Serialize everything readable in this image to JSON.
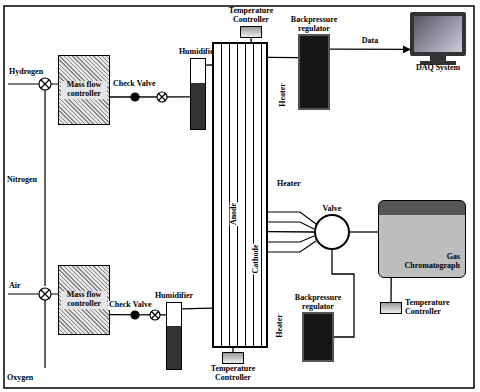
{
  "diagram": {
    "nodes": [
      {
        "text": [
          "Mass flow controller"
        ]
      },
      {
        "text": [
          "Humidifier"
        ]
      },
      {
        "text": [
          "Anode",
          "Cathode"
        ]
      },
      {
        "text": [
          "Temperature Controller"
        ]
      },
      {
        "text": [
          "Backpressure regulator"
        ]
      },
      {
        "text": [
          "DAQ System"
        ]
      },
      {
        "text": [
          "Valve"
        ]
      },
      {
        "text": [
          "Gas Chromatograph"
        ]
      },
      {
        "text": [
          "Temperature Controller"
        ]
      },
      {
        "text": [
          "Mass flow controller"
        ]
      },
      {
        "text": [
          "Humidifier"
        ]
      },
      {
        "text": [
          "Backpressure regulator"
        ]
      },
      {
        "text": [
          "Temperature Controller"
        ]
      }
    ],
    "edges": [
      {
        "from": 0,
        "to": 1,
        "arrow": "none"
      },
      {
        "from": 1,
        "to": 2,
        "arrow": "none"
      },
      {
        "from": 2,
        "to": 4,
        "arrow": "none"
      },
      {
        "from": 3,
        "to": 2,
        "arrow": "none"
      },
      {
        "from": 2,
        "to": 6,
        "arrow": "none"
      },
      {
        "from": 6,
        "to": 7,
        "arrow": "none"
      },
      {
        "from": 6,
        "to": 11,
        "arrow": "none"
      },
      {
        "from": 9,
        "to": 10,
        "arrow": "none"
      },
      {
        "from": 10,
        "to": 2,
        "arrow": "none"
      },
      {
        "from": 12,
        "to": 2,
        "arrow": "none"
      },
      {
        "from": 4,
        "to": 5,
        "label": "Data",
        "arrow": "to"
      },
      {
        "from": 8,
        "to": 7,
        "arrow": "none"
      }
    ],
    "labels": [
      "Hydrogen",
      "Nitrogen",
      "Air",
      "Oxygen",
      "Check Valve",
      "Check Valve",
      "Heater",
      "Heater",
      "Heater"
    ]
  }
}
